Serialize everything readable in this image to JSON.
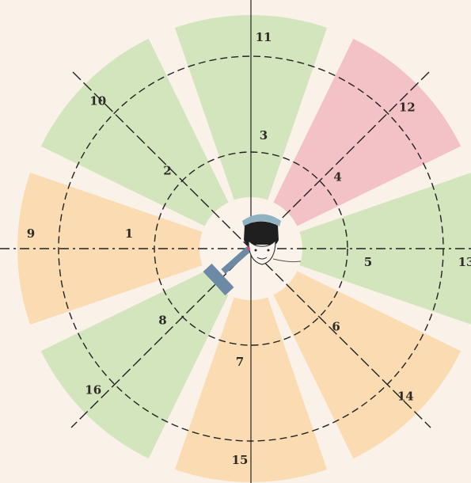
{
  "colors": {
    "background": "#faf1e8",
    "inner_disc": "#fbf2ea",
    "green": "#d2e5bd",
    "orange": "#fbdcb2",
    "red": "#f3c2c6",
    "line": "#222222",
    "handle": "#6c8aa4",
    "hat": "#8fb3c3"
  },
  "segments": [
    {
      "id": "1",
      "label": "1",
      "ring": "inner",
      "sector": "W",
      "color": "orange"
    },
    {
      "id": "2",
      "label": "2",
      "ring": "inner",
      "sector": "NW",
      "color": "green"
    },
    {
      "id": "3",
      "label": "3",
      "ring": "inner",
      "sector": "N",
      "color": "green"
    },
    {
      "id": "4",
      "label": "4",
      "ring": "inner",
      "sector": "NE",
      "color": "red"
    },
    {
      "id": "5",
      "label": "5",
      "ring": "inner",
      "sector": "E",
      "color": "green"
    },
    {
      "id": "6",
      "label": "6",
      "ring": "inner",
      "sector": "SE",
      "color": "orange"
    },
    {
      "id": "7",
      "label": "7",
      "ring": "inner",
      "sector": "S",
      "color": "orange"
    },
    {
      "id": "8",
      "label": "8",
      "ring": "inner",
      "sector": "SW",
      "color": "green"
    },
    {
      "id": "9",
      "label": "9",
      "ring": "outer",
      "sector": "W",
      "color": "orange"
    },
    {
      "id": "10",
      "label": "10",
      "ring": "outer",
      "sector": "NW",
      "color": "green"
    },
    {
      "id": "11",
      "label": "11",
      "ring": "outer",
      "sector": "N",
      "color": "green"
    },
    {
      "id": "12",
      "label": "12",
      "ring": "outer",
      "sector": "NE",
      "color": "red"
    },
    {
      "id": "13",
      "label": "13",
      "ring": "outer",
      "sector": "E",
      "color": "green"
    },
    {
      "id": "14",
      "label": "14",
      "ring": "outer",
      "sector": "SE",
      "color": "orange"
    },
    {
      "id": "15",
      "label": "15",
      "ring": "outer",
      "sector": "S",
      "color": "orange"
    },
    {
      "id": "16",
      "label": "16",
      "ring": "outer",
      "sector": "SW",
      "color": "green"
    }
  ],
  "figure": {
    "head": "patient-head-icon",
    "instrument": "instrument-handle-icon"
  }
}
